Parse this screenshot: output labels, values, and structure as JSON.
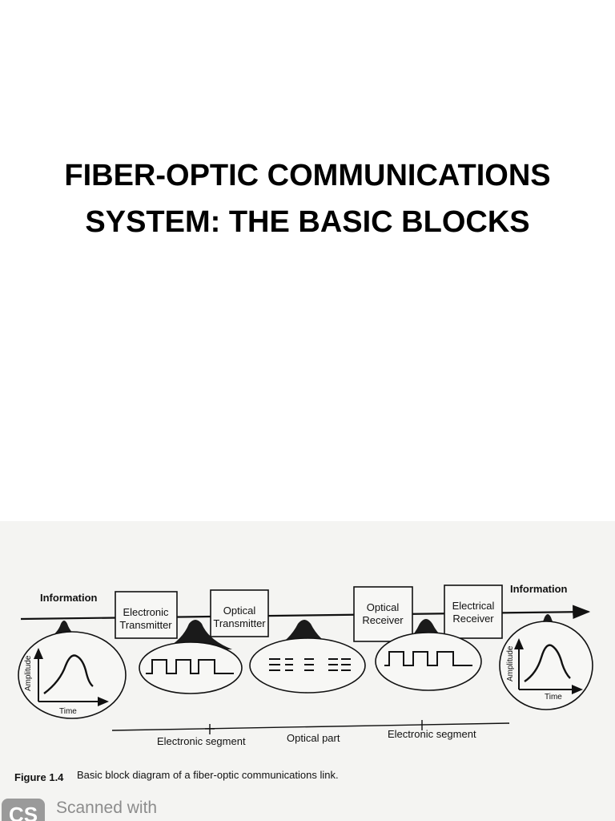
{
  "slide": {
    "title_line1": "FIBER-OPTIC COMMUNICATIONS",
    "title_line2": "SYSTEM: THE BASIC BLOCKS"
  },
  "diagram": {
    "information_left": "Information",
    "information_right": "Information",
    "blocks": [
      {
        "line1": "Electronic",
        "line2": "Transmitter"
      },
      {
        "line1": "Optical",
        "line2": "Transmitter"
      },
      {
        "line1": "Optical",
        "line2": "Receiver"
      },
      {
        "line1": "Electrical",
        "line2": "Receiver"
      }
    ],
    "left_plot": {
      "ylabel": "Amplitude",
      "xlabel": "Time"
    },
    "right_plot": {
      "ylabel": "Amplitude",
      "xlabel": "Time"
    },
    "segments": {
      "left": "Electronic segment",
      "middle": "Optical part",
      "right": "Electronic segment"
    },
    "caption": {
      "label": "Figure 1.4",
      "text": "Basic block diagram of a fiber-optic communications link."
    }
  },
  "watermark": {
    "logo": "CS",
    "text": "Scanned with"
  }
}
